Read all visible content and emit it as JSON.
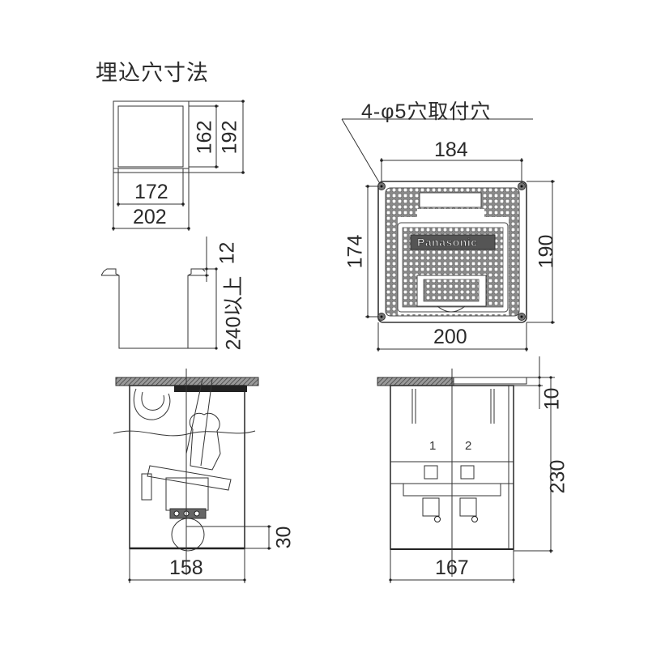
{
  "embed_hole": {
    "title": "埋込穴寸法",
    "dims": {
      "inner_height": "162",
      "outer_height": "192",
      "inner_width": "172",
      "outer_width": "202"
    }
  },
  "hole_section": {
    "dims": {
      "flange": "12",
      "depth": "240以上"
    }
  },
  "top_view": {
    "mount_hole_label": "4-φ5穴取付穴",
    "brand": "Panasonic",
    "dims": {
      "hole_pitch_w": "184",
      "hole_pitch_h": "174",
      "height": "190",
      "width": "200"
    }
  },
  "side_view_left": {
    "dims": {
      "width": "158",
      "bottom_clearance": "30"
    }
  },
  "side_view_right": {
    "outlet_labels": [
      "1",
      "2"
    ],
    "dims": {
      "lid": "10",
      "depth": "230",
      "width": "167"
    }
  },
  "colors": {
    "line": "#333333",
    "hatch": "#6e6e6e",
    "background": "#ffffff"
  }
}
